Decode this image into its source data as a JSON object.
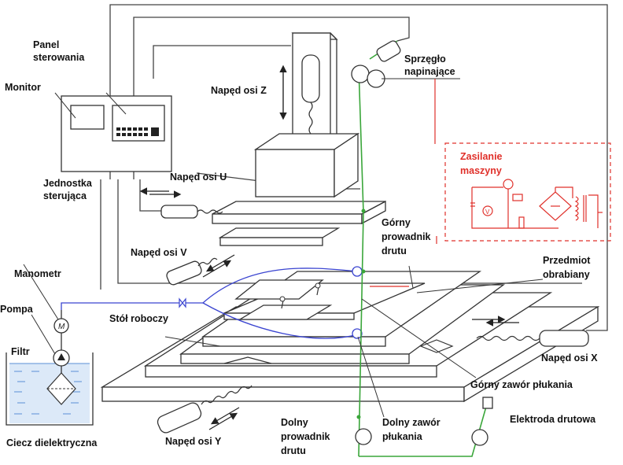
{
  "labels": {
    "panel": [
      "Panel",
      "sterowania"
    ],
    "monitor": "Monitor",
    "naped_z": "Napęd osi Z",
    "sprzeglo": [
      "Sprzęgło",
      "napinające"
    ],
    "jednostka": [
      "Jednostka",
      "sterująca"
    ],
    "naped_u": "Napęd osi U",
    "zasilanie": [
      "Zasilanie",
      "maszyny"
    ],
    "gorny_prowadnik": [
      "Górny",
      "prowadnik",
      "drutu"
    ],
    "naped_v": "Napęd osi V",
    "przedmiot": [
      "Przedmiot",
      "obrabiany"
    ],
    "manometr": "Manometr",
    "pompa": "Pompa",
    "stol": "Stół roboczy",
    "filtr": "Filtr",
    "naped_x": "Napęd osi X",
    "gorny_zawor": "Górny zawór płukania",
    "dolny_zawor": [
      "Dolny zawór",
      "płukania"
    ],
    "elektroda": "Elektroda drutowa",
    "dolny_prowadnik": [
      "Dolny",
      "prowadnik",
      "drutu"
    ],
    "naped_y": "Napęd osi Y",
    "ciecz": "Ciecz dielektryczna",
    "manometer_symbol": "M",
    "voltmeter_symbol": "V"
  },
  "colors": {
    "line": "#333333",
    "wire": "#3aa63a",
    "flush": "#3a44d0",
    "power": "#e0302a",
    "dielectric": "#5a8fd6"
  }
}
